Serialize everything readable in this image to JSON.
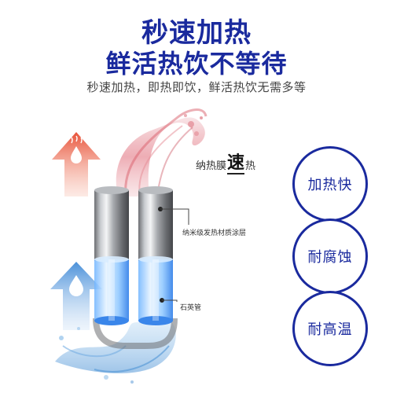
{
  "title_line1": "秒速加热",
  "title_line2": "鲜活热饮不等待",
  "subtitle": "秒速加热，即热即饮，鲜活热饮无需多等",
  "film_label": {
    "before": "纳热膜",
    "highlight": "速",
    "after": "热"
  },
  "tube_labels": {
    "coating": "纳米级发热材质涂层",
    "quartz": "石英管"
  },
  "features": [
    "加热快",
    "耐腐蚀",
    "耐高温"
  ],
  "colors": {
    "brand_blue": "#1a2a9e",
    "hot_arrow": "#e8533a",
    "cold_arrow": "#4a90d9"
  },
  "icons": {
    "hot": "hot-water-drop-icon",
    "cold": "cold-water-drop-icon"
  }
}
